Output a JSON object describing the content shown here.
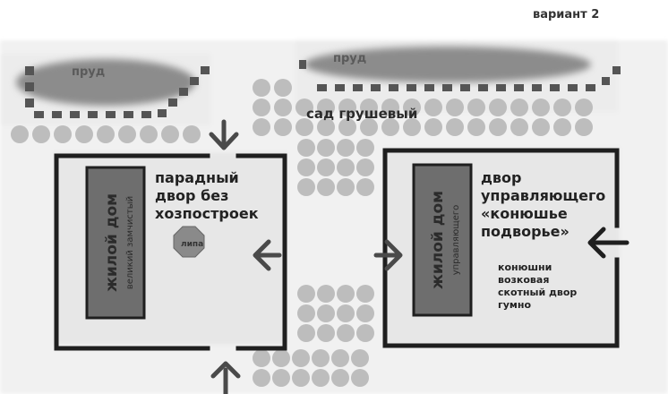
{
  "variant_label": "вариант 2",
  "pond_left": "пруд",
  "pond_right": "пруд",
  "garden_label": "сад грушевый",
  "left_house": {
    "title": "жилой дом",
    "subtitle": "великий замчистый"
  },
  "right_house": {
    "title": "жилой дом",
    "subtitle": "управляющего"
  },
  "left_yard": [
    "парадный",
    "двор без",
    "хозпостроек"
  ],
  "right_yard": [
    "двор",
    "управляющего",
    "«конюшье",
    "подворье»"
  ],
  "linden": "липа",
  "services": [
    "конюшни",
    "возковая",
    "скотный двор",
    "гумно"
  ],
  "colors": {
    "background": "#ffffff",
    "ground": "#e9e9e9",
    "tree": "#bdbdbd",
    "pond": "#8e8e8e",
    "wall": "#1f1f1f",
    "house": "#6e6e6e",
    "arrow": "#4a4a4a"
  }
}
